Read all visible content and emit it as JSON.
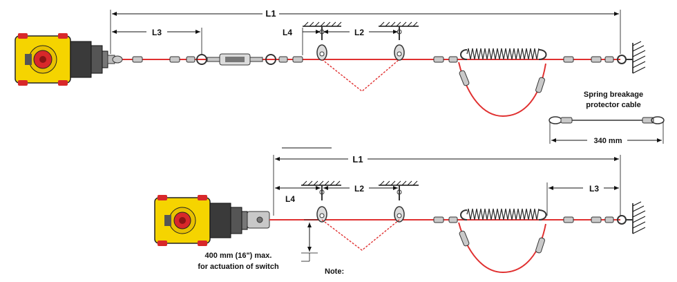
{
  "labels": {
    "top_L1": "L1",
    "top_L3": "L3",
    "top_L4": "L4",
    "top_L2": "L2",
    "spring_title_line1": "Spring breakage",
    "spring_title_line2": "protector cable",
    "spring_length": "340 mm",
    "bottom_L1": "L1",
    "bottom_L4": "L4",
    "bottom_L2": "L2",
    "bottom_L3": "L3",
    "note_line1": "400 mm (16\") max.",
    "note_line2": "for actuation of switch",
    "note_heading": "Note:"
  },
  "colors": {
    "cable": "#e03030",
    "switch_yellow": "#f5d400",
    "switch_dark": "#3a3a3a",
    "button_red": "#d8282a"
  }
}
